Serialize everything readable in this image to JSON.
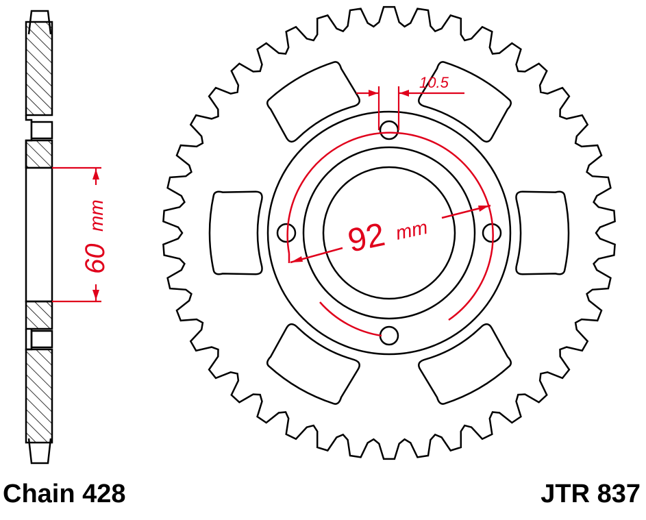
{
  "side_view": {
    "bore_dimension_value": "60",
    "bore_dimension_unit": "mm"
  },
  "front_view": {
    "bolt_circle_value": "92",
    "bolt_circle_unit": "mm",
    "bolt_hole_dimension": "10.5",
    "bolt_hole_count": 4,
    "tooth_count": 42
  },
  "labels": {
    "chain": "Chain 428",
    "part_number": "JTR 837"
  },
  "colors": {
    "outline": "#000000",
    "dimension": "#e0001b"
  }
}
